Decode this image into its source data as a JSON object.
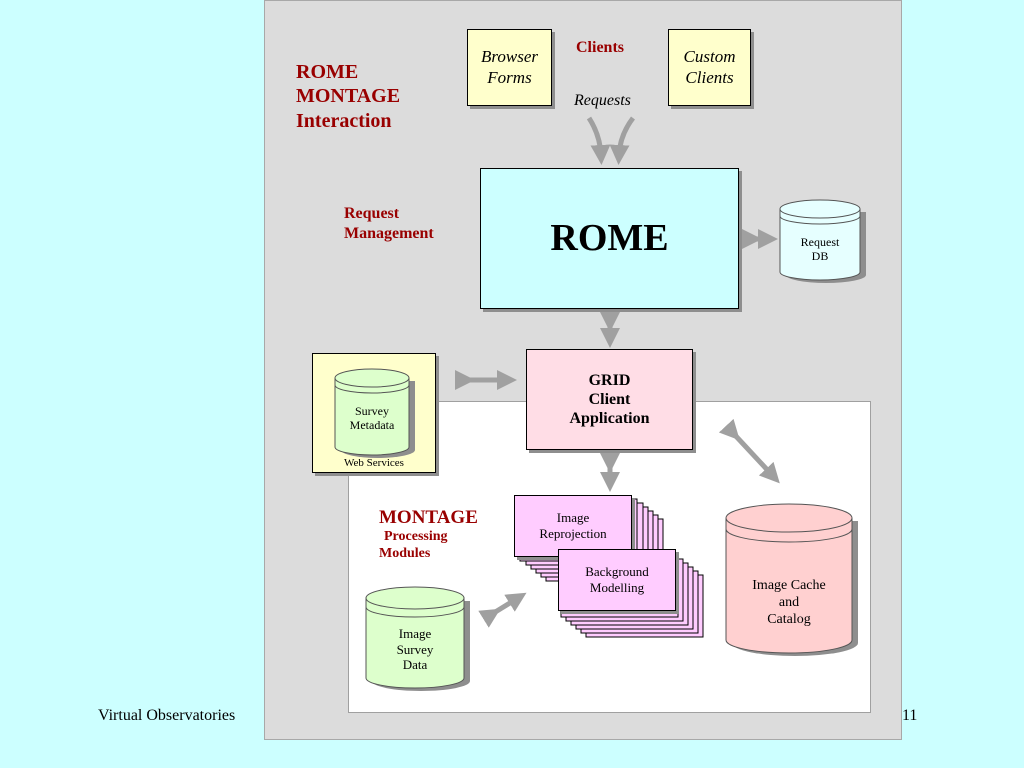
{
  "title": {
    "line1": "ROME",
    "line2": "MONTAGE",
    "line3": "Interaction"
  },
  "clients": {
    "label": "Clients",
    "requests_label": "Requests",
    "browser_forms": {
      "line1": "Browser",
      "line2": "Forms"
    },
    "custom_clients": {
      "line1": "Custom",
      "line2": "Clients"
    }
  },
  "request_management": {
    "line1": "Request",
    "line2": "Management"
  },
  "rome": {
    "label": "ROME"
  },
  "request_db": {
    "line1": "Request",
    "line2": "DB"
  },
  "grid_client": {
    "line1": "GRID",
    "line2": "Client",
    "line3": "Application"
  },
  "web_services": {
    "label": "Web Services",
    "survey_metadata": {
      "line1": "Survey",
      "line2": "Metadata"
    }
  },
  "montage": {
    "title": "MONTAGE",
    "line2": "Processing",
    "line3": "Modules"
  },
  "image_reprojection": {
    "line1": "Image",
    "line2": "Reprojection"
  },
  "background_modelling": {
    "line1": "Background",
    "line2": "Modelling"
  },
  "image_cache": {
    "line1": "Image Cache",
    "line2": "and",
    "line3": "Catalog"
  },
  "image_survey_data": {
    "line1": "Image",
    "line2": "Survey",
    "line3": "Data"
  },
  "footer": {
    "left": "Virtual Observatories",
    "page": "11"
  },
  "colors": {
    "background": "#ccffff",
    "frame": "#dcdcdc",
    "box_yellow": "#ffffcc",
    "box_cyan": "#ccffff",
    "box_pink": "#ffdde6",
    "box_lavender": "#ffccff",
    "db_cyan": "#e6ffff",
    "db_green": "#ddffcc",
    "db_pink": "#ffd0d0",
    "label_red": "#990000",
    "arrow_gray": "#a0a0a0"
  }
}
